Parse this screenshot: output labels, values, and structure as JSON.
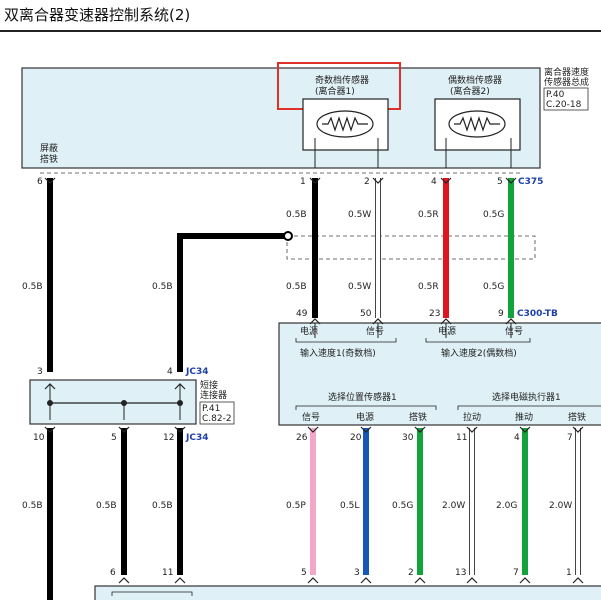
{
  "title": "双离合器变速器控制系统(2)",
  "colors": {
    "panel_fill": "#dff0f6",
    "panel_stroke": "#333333",
    "highlight": "#e0302a",
    "wire_black": "#000000",
    "wire_white": "#ffffff",
    "wire_red": "#e0141e",
    "wire_green": "#12a43c",
    "wire_pink": "#f2a6c8",
    "wire_blue": "#1457b4",
    "connector_label": "#1f3fa8"
  },
  "sensor_assembly": {
    "ref_title_1": "离合器速度",
    "ref_title_2": "传感器总成",
    "ref_page": "P.40",
    "ref_code": "C.20-18",
    "odd_sensor_title": "奇数档传感器",
    "odd_sensor_sub": "(离合器1)",
    "even_sensor_title": "偶数档传感器",
    "even_sensor_sub": "(离合器2)",
    "shield_label_1": "屏蔽",
    "shield_label_2": "搭铁"
  },
  "connectors": {
    "c375": "C375",
    "c300": "C300-TB",
    "jc34_top": "JC34",
    "jc34_bottom": "JC34"
  },
  "pins": {
    "top": [
      "6",
      "1",
      "2",
      "4",
      "5"
    ],
    "c300_top": [
      "49",
      "50",
      "23",
      "9"
    ],
    "jc34_in": [
      "3",
      "4"
    ],
    "jc34_out": [
      "10",
      "5",
      "12"
    ],
    "tcm_bottom": [
      "26",
      "20",
      "30",
      "11",
      "4",
      "7"
    ],
    "bottom_row": [
      "6",
      "11",
      "5",
      "3",
      "2",
      "13",
      "7",
      "1"
    ]
  },
  "wire_labels": {
    "w1_upper": "0.5B",
    "w2_upper": "0.5W",
    "w4_upper": "0.5R",
    "w5_upper": "0.5G",
    "w1_lower": "0.5B",
    "w2_lower": "0.5W",
    "w4_lower": "0.5R",
    "w5_lower": "0.5G",
    "shield_left": "0.5B",
    "shield_mid": "0.5B",
    "jc_out_left": "0.5B",
    "jc_out_mid": "0.5B",
    "jc_out_right": "0.5B",
    "tcm_pink": "0.5P",
    "tcm_blue": "0.5L",
    "tcm_green": "0.5G",
    "tcm_w1": "2.0W",
    "tcm_g": "2.0G",
    "tcm_w2": "2.0W"
  },
  "junction": {
    "label_1": "短接",
    "label_2": "连接器",
    "ref_page": "P.41",
    "ref_code": "C.82-2"
  },
  "tcm": {
    "pin_power_1": "电源",
    "pin_signal_1": "信号",
    "pin_power_2": "电源",
    "pin_signal_2": "信号",
    "input_speed_1": "输入速度1(奇数档)",
    "input_speed_2": "输入速度2(偶数档)",
    "pos_sensor_title": "选择位置传感器1",
    "sol_actuator_title": "选择电磁执行器1",
    "pos_signal": "信号",
    "pos_power": "电源",
    "pos_ground": "搭铁",
    "sol_pull": "拉动",
    "sol_push": "推动",
    "sol_ground": "搭铁"
  }
}
